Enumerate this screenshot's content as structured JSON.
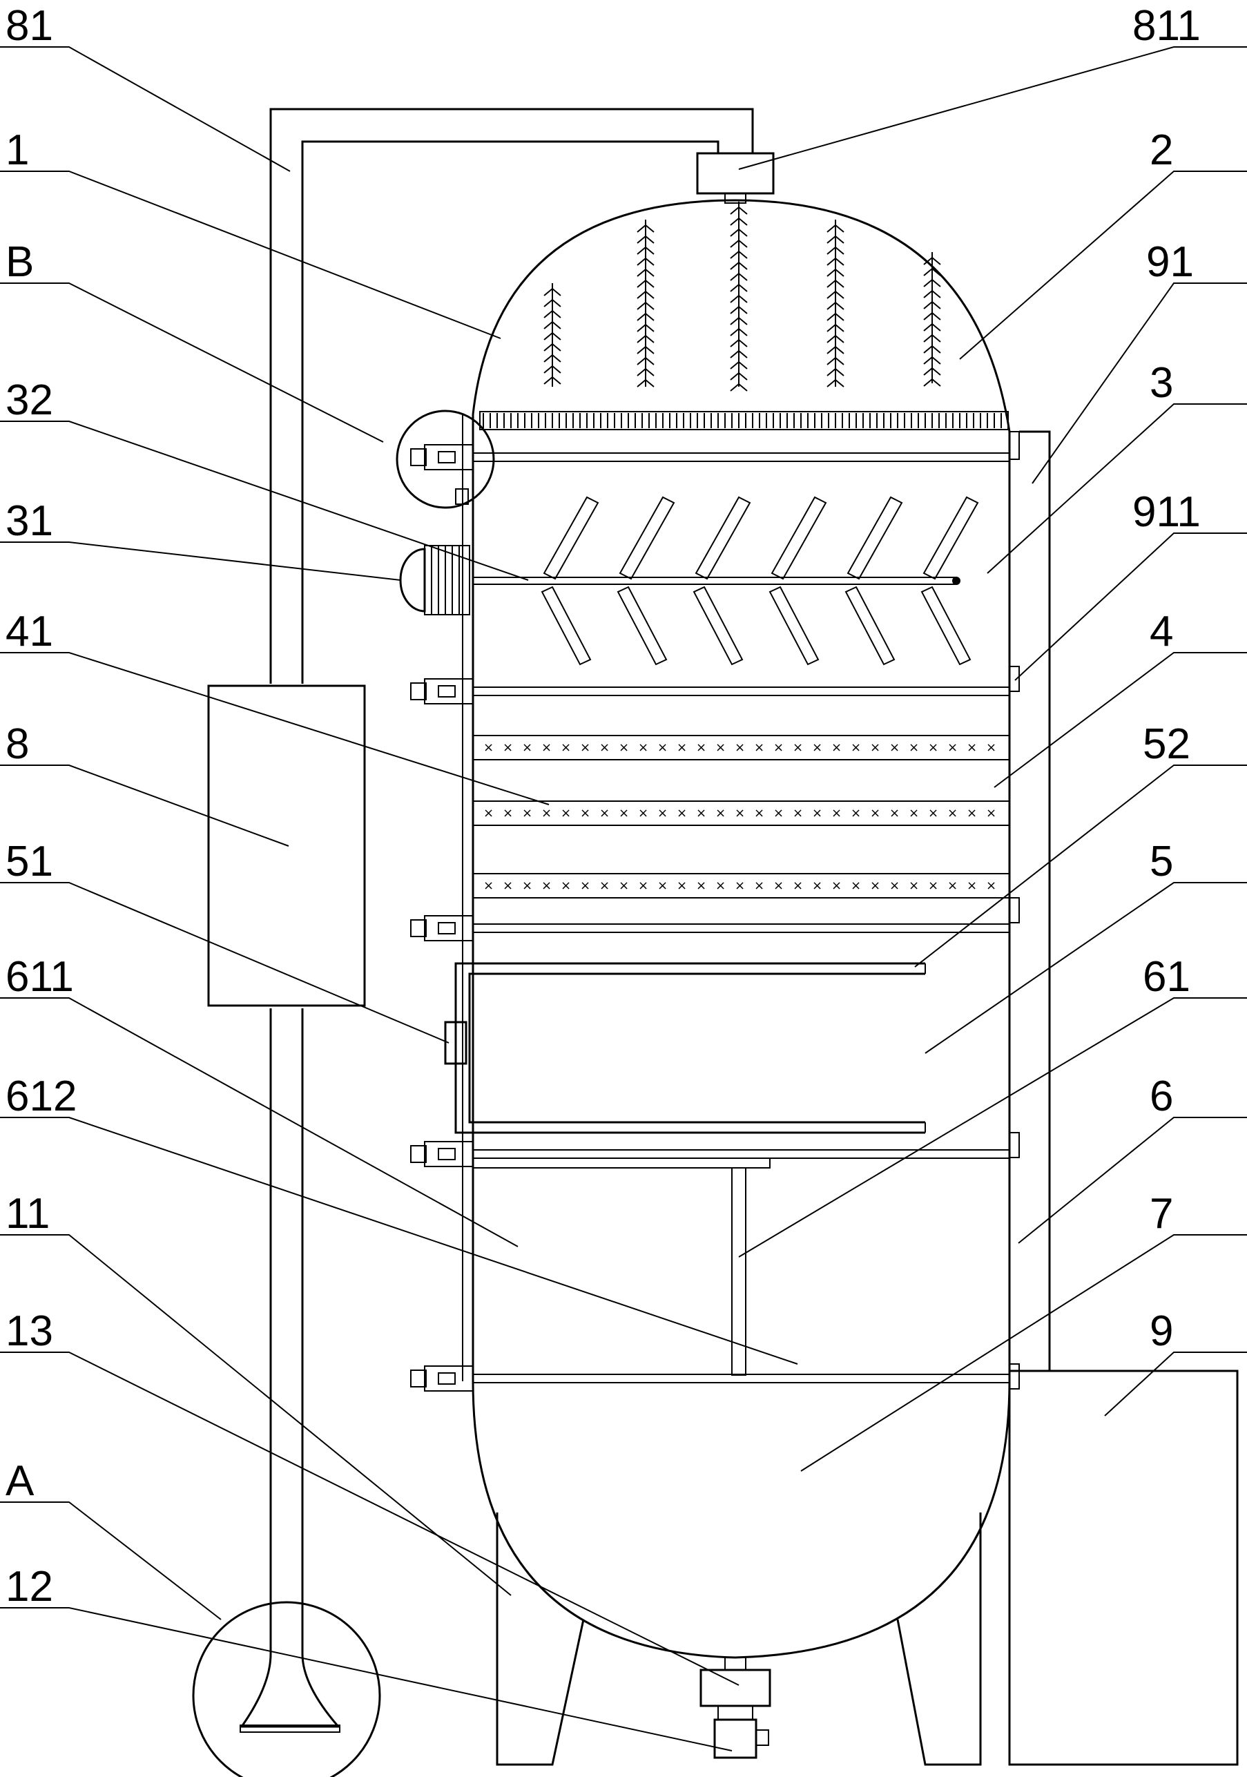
{
  "labels": {
    "l81": "81",
    "l811": "811",
    "l1": "1",
    "l2": "2",
    "lB": "B",
    "l91": "91",
    "l32": "32",
    "l3": "3",
    "l31": "31",
    "l911": "911",
    "l41": "41",
    "l4": "4",
    "l8": "8",
    "l52": "52",
    "l51": "51",
    "l5": "5",
    "l611": "611",
    "l61": "61",
    "l612": "612",
    "l6": "6",
    "l11": "11",
    "l7": "7",
    "l13": "13",
    "l9": "9",
    "lA": "A",
    "l12": "12"
  },
  "colors": {
    "stroke": "#000000",
    "background": "#ffffff"
  }
}
